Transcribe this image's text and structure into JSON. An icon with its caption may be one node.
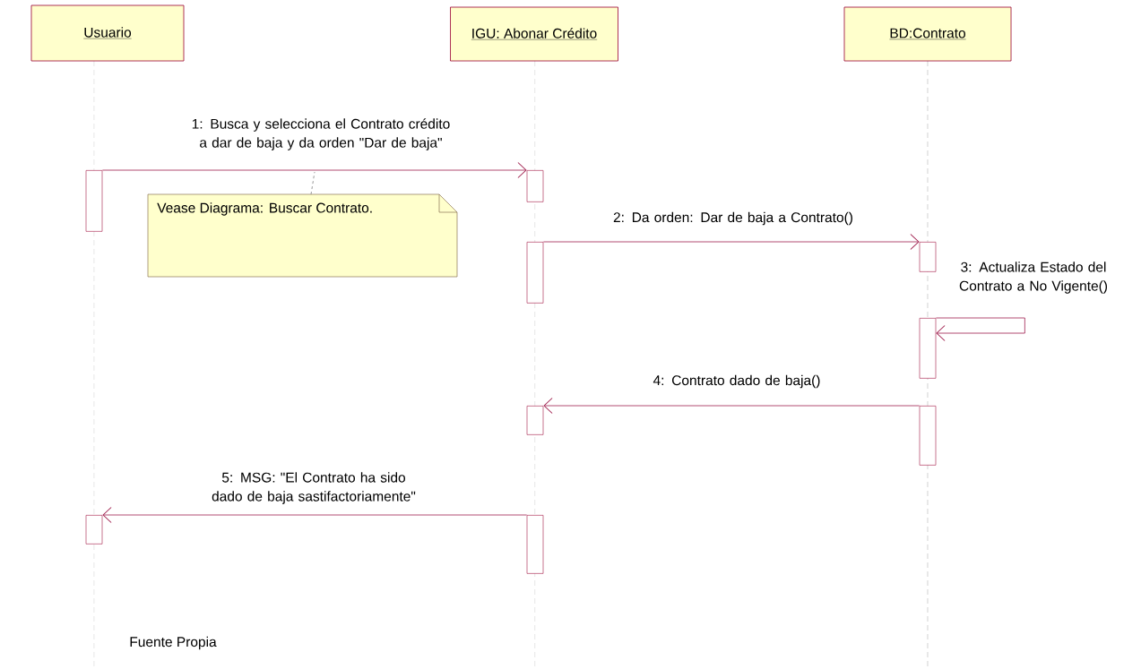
{
  "diagram": {
    "nodes": [
      {
        "text": [
          "Usuario"
        ]
      },
      {
        "text": [
          "IGU: Abonar Crédito"
        ]
      },
      {
        "text": [
          "BD:Contrato"
        ]
      },
      {
        "text": [],
        "shape": "bar"
      },
      {
        "text": [],
        "shape": "bar"
      },
      {
        "text": [
          "Vease Diagrama: Buscar Contrato."
        ]
      },
      {
        "text": [],
        "shape": "bar"
      },
      {
        "text": [],
        "shape": "bar"
      },
      {
        "text": [],
        "shape": "bar"
      },
      {
        "text": [],
        "shape": "bar"
      },
      {
        "text": [],
        "shape": "bar"
      },
      {
        "text": [],
        "shape": "bar"
      },
      {
        "text": [],
        "shape": "bar"
      }
    ],
    "edges": [
      {
        "from": 3,
        "to": 4,
        "arrow": "to",
        "label": "1: Busca y selecciona el Contrato crédito a dar de baja y da orden \"Dar de baja\""
      },
      {
        "from": 6,
        "to": 7,
        "arrow": "to",
        "label": "2: Da orden: Dar de baja a Contrato()"
      },
      {
        "from": 8,
        "to": 8,
        "arrow": "to",
        "label": "3: Actualiza Estado del Contrato a No Vigente()"
      },
      {
        "from": 10,
        "to": 9,
        "arrow": "to",
        "label": "4: Contrato dado de baja()"
      },
      {
        "from": 12,
        "to": 11,
        "arrow": "to",
        "label": "5: MSG: \"El Contrato ha sido dado de baja sastifactoriamente\""
      },
      {
        "from": 5,
        "to": null,
        "arrow": "none",
        "style": "dashed",
        "color": "#808080"
      }
    ],
    "labels": [
      "Fuente Propia"
    ]
  }
}
